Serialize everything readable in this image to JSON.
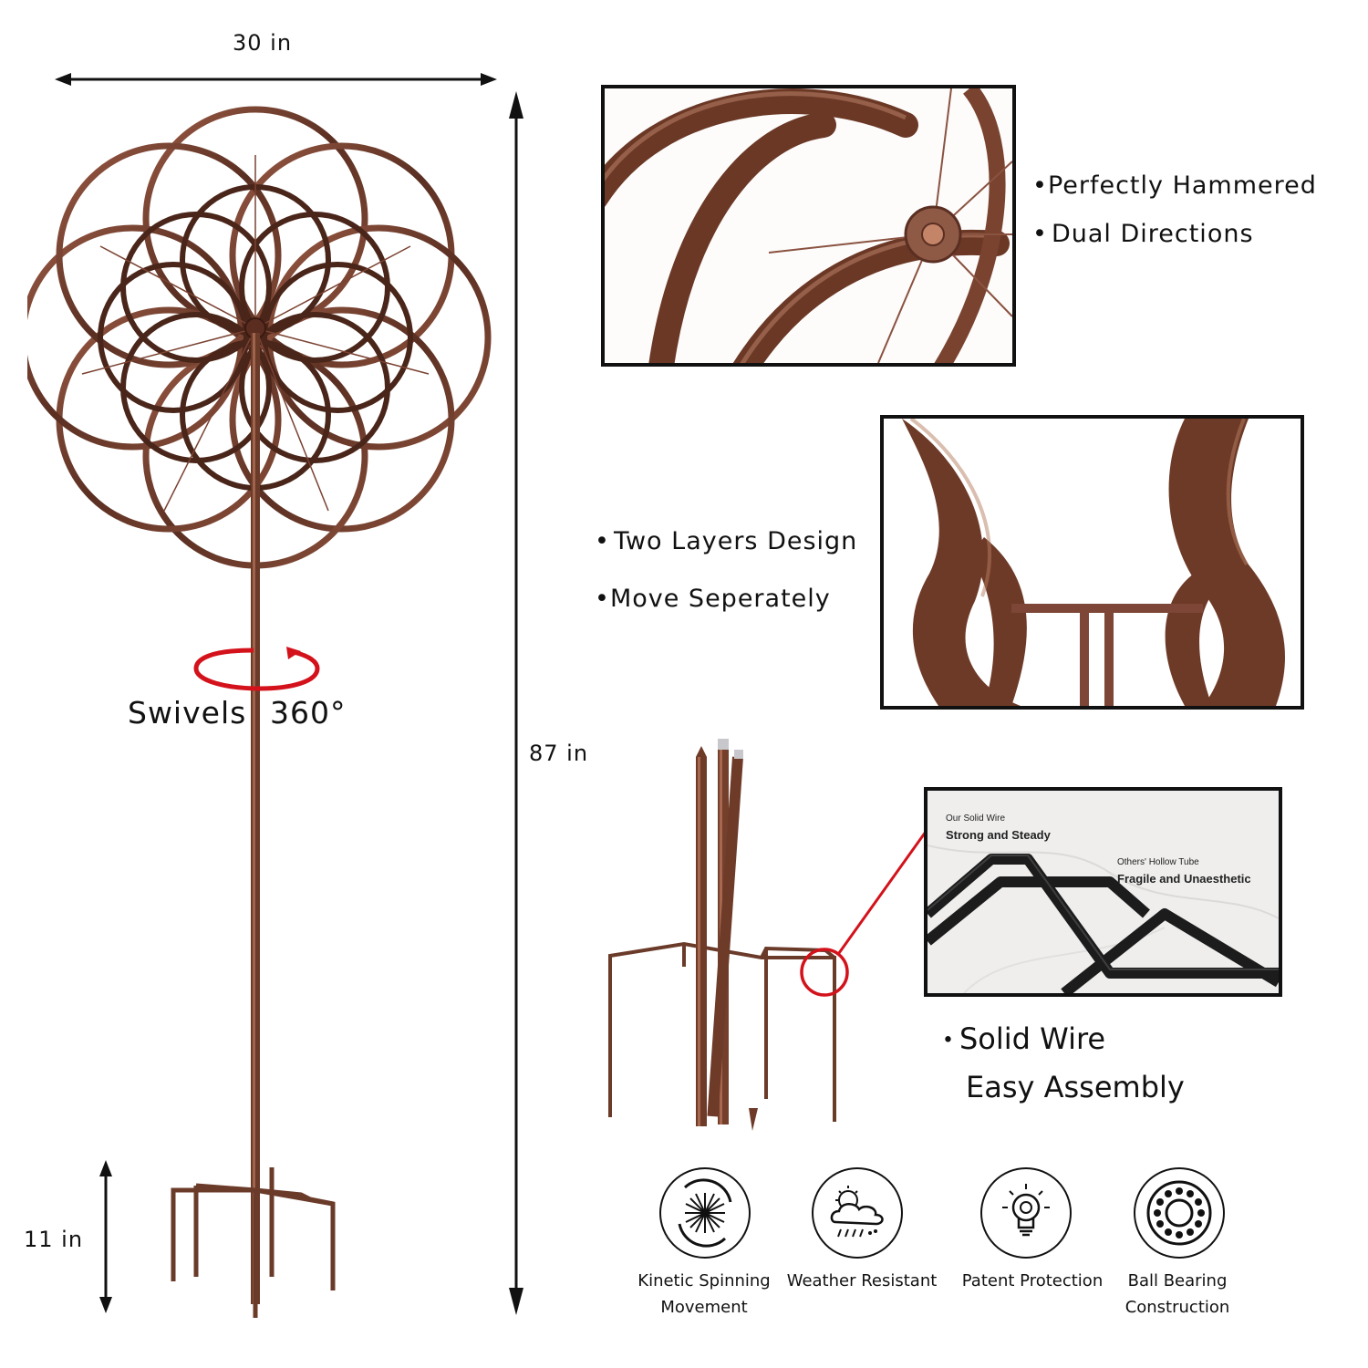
{
  "colors": {
    "bronze": "#6b3b2a",
    "bronze_light": "#a0604a",
    "red": "#d3121b",
    "ink": "#111111"
  },
  "dimensions": {
    "width": "30 in",
    "height": "87 in",
    "base": "11 in"
  },
  "swivel": {
    "label": "Swivels",
    "angle": "360°"
  },
  "inset_hammered": {
    "bullets": [
      "Perfectly Hammered",
      "Dual Directions"
    ]
  },
  "inset_layers": {
    "bullets": [
      "Two Layers Design",
      "Move Seperately"
    ]
  },
  "inset_wire": {
    "ours_small": "Our Solid Wire",
    "ours_bold": "Strong and Steady",
    "others_small": "Others' Hollow Tube",
    "others_bold": "Fragile and Unaesthetic",
    "bullets": [
      "Solid Wire",
      "Easy Assembly"
    ]
  },
  "features": [
    {
      "icon": "kinetic-spin-icon",
      "line1": "Kinetic Spinning",
      "line2": "Movement"
    },
    {
      "icon": "weather-icon",
      "line1": "Weather Resistant",
      "line2": ""
    },
    {
      "icon": "patent-bulb-icon",
      "line1": "Patent Protection",
      "line2": ""
    },
    {
      "icon": "ball-bearing-icon",
      "line1": "Ball Bearing",
      "line2": "Construction"
    }
  ]
}
